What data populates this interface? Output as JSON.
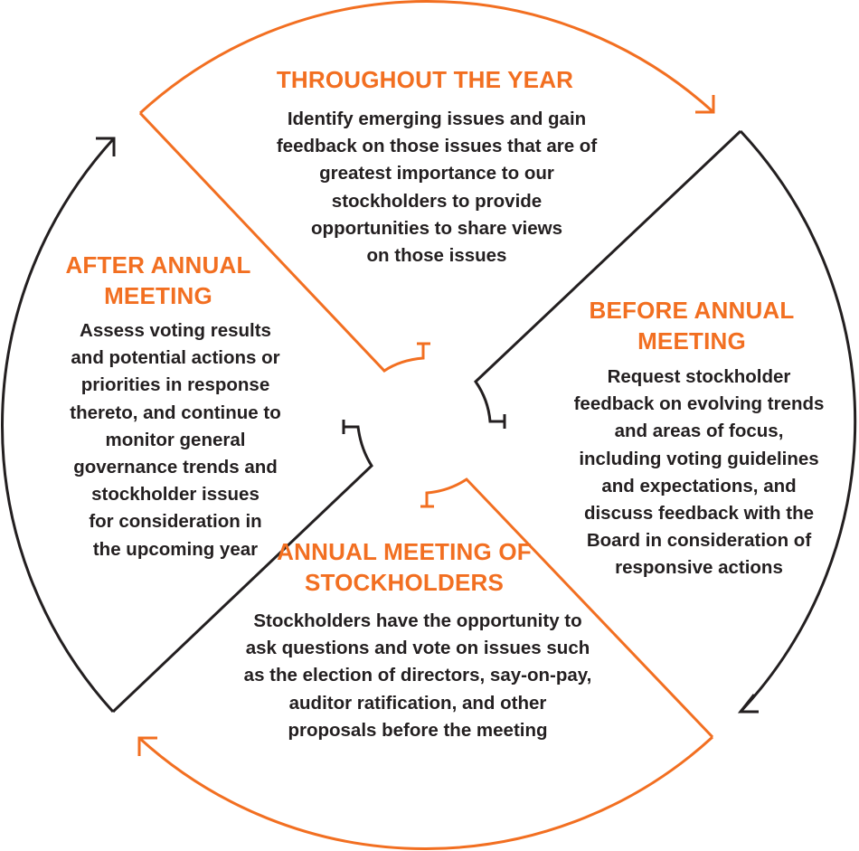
{
  "colors": {
    "accent": "#F26F21",
    "ink": "#231F20"
  },
  "sections": {
    "throughout": {
      "heading": [
        "THROUGHOUT THE YEAR"
      ],
      "body": [
        "Identify emerging issues and gain",
        "feedback on those issues that are of",
        "greatest importance to our",
        "stockholders to provide",
        "opportunities to share views",
        "on those issues"
      ]
    },
    "before": {
      "heading": [
        "BEFORE ANNUAL",
        "MEETING"
      ],
      "body": [
        "Request stockholder",
        "feedback on evolving trends",
        "and areas of focus,",
        "including voting guidelines",
        "and expectations, and",
        "discuss feedback with the",
        "Board in consideration of",
        "responsive actions"
      ]
    },
    "annual": {
      "heading": [
        "ANNUAL MEETING OF",
        "STOCKHOLDERS"
      ],
      "body": [
        "Stockholders have the opportunity to",
        "ask questions and vote on issues such",
        "as the election of directors, say-on-pay,",
        "auditor ratification, and other",
        "proposals before the meeting"
      ]
    },
    "after": {
      "heading": [
        "AFTER ANNUAL",
        "MEETING"
      ],
      "body": [
        "Assess voting results",
        "and potential actions or",
        "priorities in response",
        "thereto, and continue to",
        "monitor general",
        "governance trends and",
        "stockholder issues",
        "for consideration in",
        "the upcoming year"
      ]
    }
  }
}
